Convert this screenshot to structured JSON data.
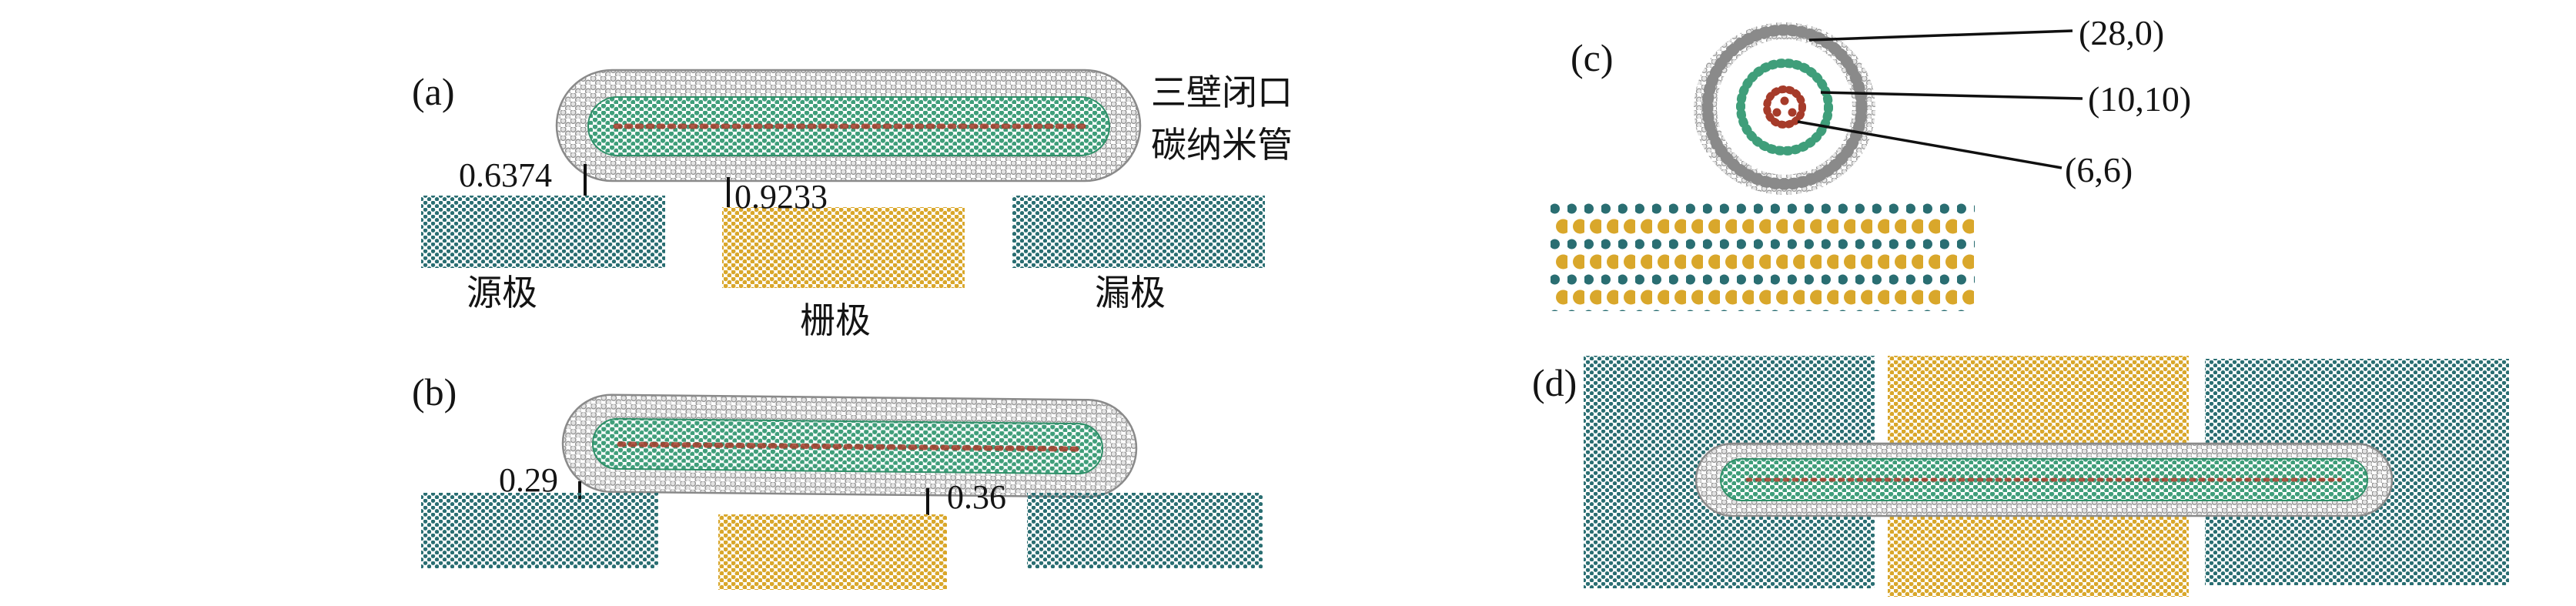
{
  "colors": {
    "electrode_teal": "#2a6e72",
    "gate_gold": "#d9a72b",
    "tube_outer_gray": "#8a8a8a",
    "tube_green": "#3f9e7a",
    "tube_inner_red": "#a63b2a",
    "background": "#ffffff"
  },
  "panel_a": {
    "label": "(a)",
    "gap_source": "0.6374",
    "gap_gate": "0.9233",
    "tube_caption_line1": "三壁闭口",
    "tube_caption_line2": "碳纳米管",
    "source_label": "源极",
    "gate_label": "栅极",
    "drain_label": "漏极"
  },
  "panel_b": {
    "label": "(b)",
    "gap_source": "0.29",
    "gap_gate": "0.36"
  },
  "panel_c": {
    "label": "(c)",
    "outer_tube": "(28,0)",
    "middle_tube": "(10,10)",
    "inner_tube": "(6,6)"
  },
  "panel_d": {
    "label": "(d)"
  }
}
